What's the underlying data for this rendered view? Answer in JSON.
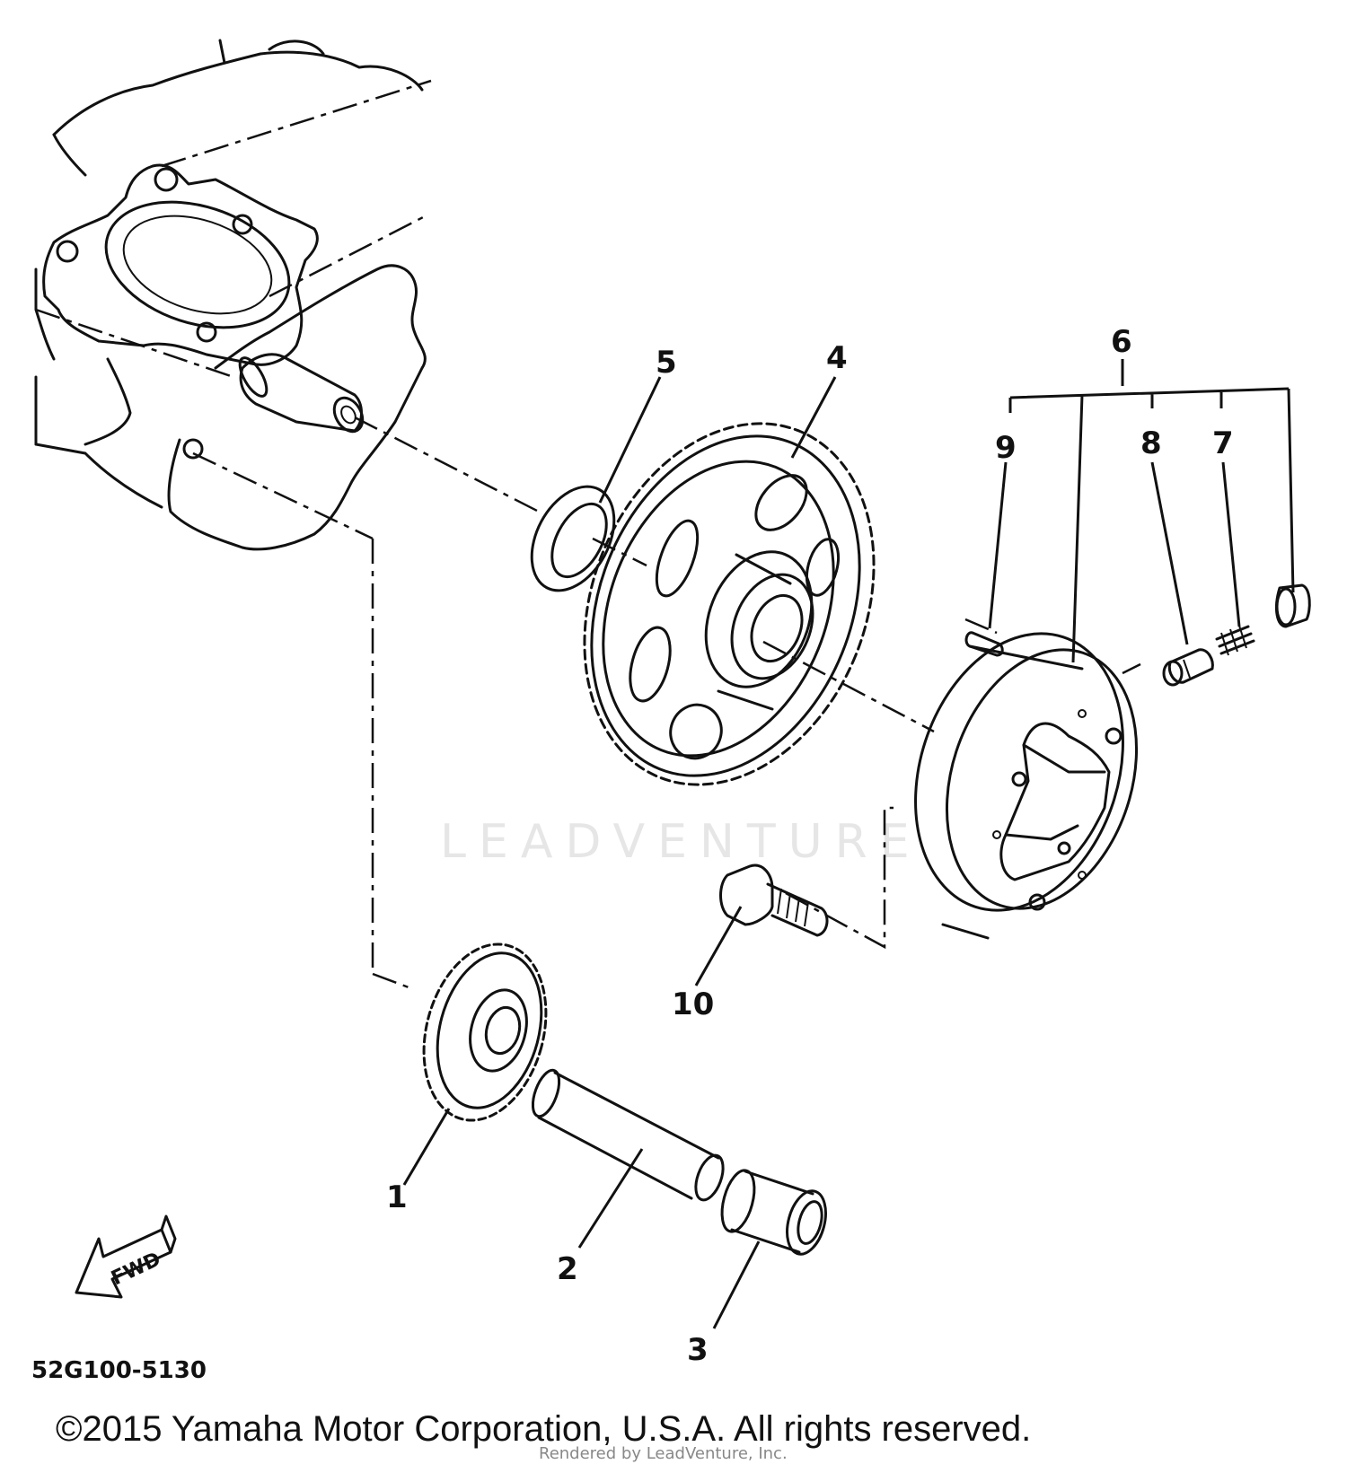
{
  "diagram": {
    "callouts": [
      "1",
      "2",
      "3",
      "4",
      "5",
      "6",
      "7",
      "8",
      "9",
      "10"
    ],
    "drawing_code": "52G100-5130",
    "fwd_label": "FWD",
    "watermark": "LEADVENTURE",
    "copyright": "©2015 Yamaha Motor Corporation, U.S.A. All rights reserved.",
    "rendered_by": "Rendered by LeadVenture, Inc."
  }
}
